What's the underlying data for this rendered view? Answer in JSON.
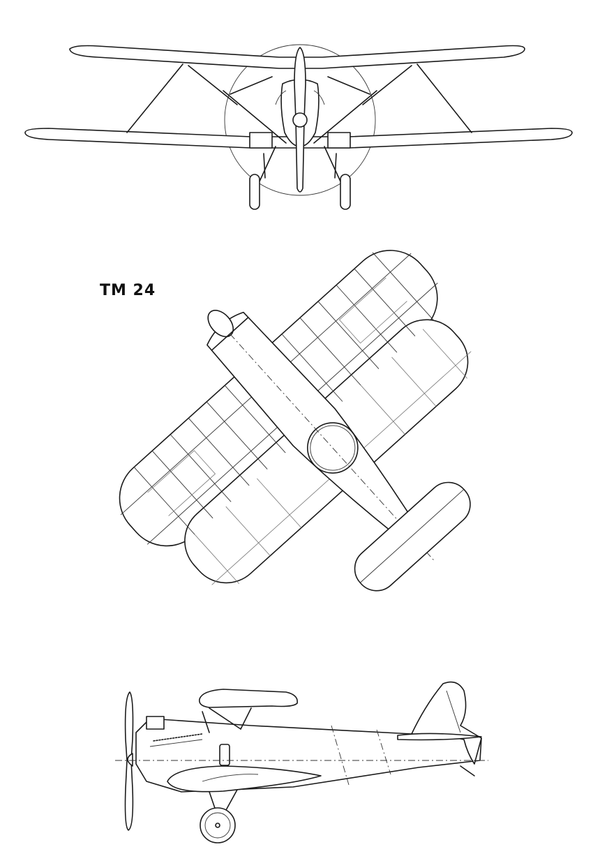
{
  "drawing": {
    "designation": "TM 24",
    "views": [
      "front-view",
      "top-view",
      "side-view"
    ]
  }
}
